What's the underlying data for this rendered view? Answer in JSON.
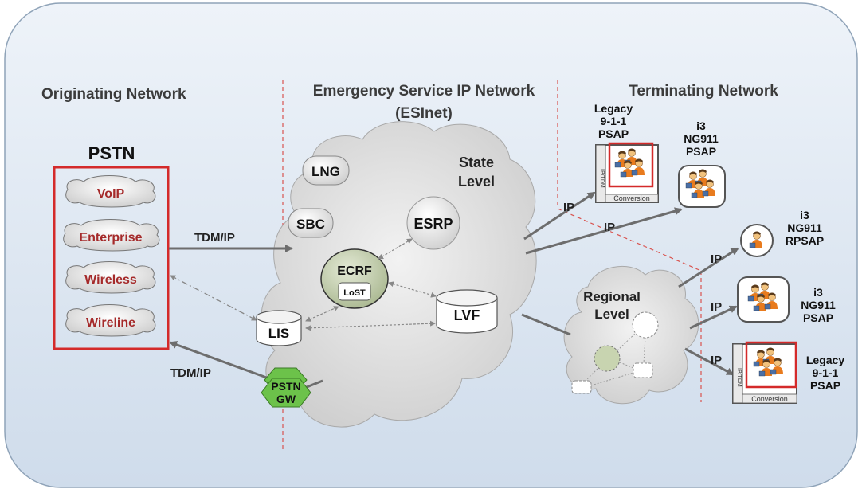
{
  "sections": {
    "originating": "Originating Network",
    "esinet_line1": "Emergency Service IP Network",
    "esinet_line2": "(ESInet)",
    "terminating": "Terminating Network"
  },
  "pstn": {
    "title": "PSTN",
    "items": [
      "VoIP",
      "Enterprise",
      "Wireless",
      "Wireline"
    ]
  },
  "esinet": {
    "state_line1": "State",
    "state_line2": "Level",
    "lng": "LNG",
    "sbc": "SBC",
    "esrp": "ESRP",
    "ecrf": "ECRF",
    "lost": "LoST",
    "lvf": "LVF",
    "lis": "LIS",
    "gw_line1": "PSTN",
    "gw_line2": "GW"
  },
  "links": {
    "tdm_ip_in": "TDM/IP",
    "tdm_ip_out": "TDM/IP",
    "ip_legacy_top": "IP",
    "ip_i3_top": "IP",
    "ip_rpsap": "IP",
    "ip_i3_bottom": "IP",
    "ip_legacy_bottom": "IP"
  },
  "regional": {
    "line1": "Regional",
    "line2": "Level"
  },
  "psaps": {
    "legacy_top": [
      "Legacy",
      "9-1-1",
      "PSAP"
    ],
    "i3_top": [
      "i3",
      "NG911",
      "PSAP"
    ],
    "i3_rpsap": [
      "i3",
      "NG911",
      "RPSAP"
    ],
    "i3_bottom": [
      "i3",
      "NG911",
      "PSAP"
    ],
    "legacy_bottom": [
      "Legacy",
      "9-1-1",
      "PSAP"
    ],
    "conversion_label": "Conversion",
    "gateway_label": "IP/TDM"
  },
  "colors": {
    "highlight_red": "#d42a2a",
    "pstn_item_text": "#a52a2a",
    "gw_green": "#6cc24a",
    "ecrf_green": "#c8d4b0",
    "arrow_gray": "#6d6d6d",
    "background": "#dfe8f2"
  }
}
